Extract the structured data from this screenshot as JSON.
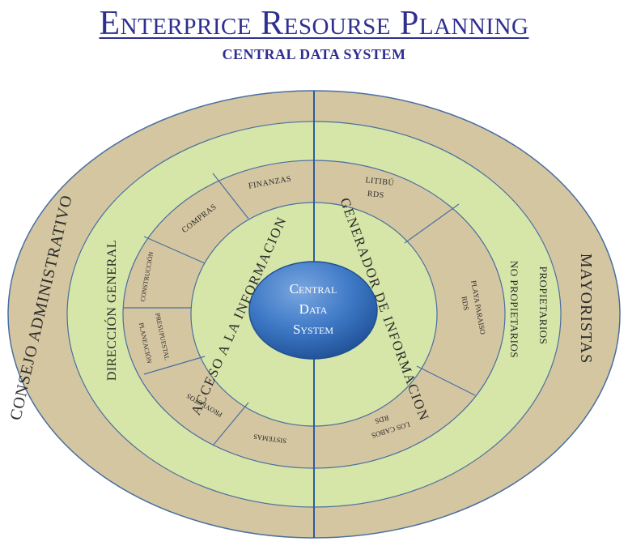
{
  "header": {
    "title": "Enterprice Resourse Planning",
    "subtitle": "CENTRAL DATA SYSTEM"
  },
  "diagram": {
    "center": {
      "line1": "Central",
      "line2": "Data",
      "line3": "System"
    },
    "inner_ring": {
      "left": "ACCESO A LA INFORMACION",
      "right": "GENERADOR DE INFORMACION"
    },
    "modules": {
      "finanzas": "FINANZAS",
      "compras": "COMPRAS",
      "construccion": "CONSTRUCCIÓN",
      "planeacion": "PLANEACIÓN",
      "presupuestal": "PRESUPUESTAL",
      "proyectos": "PROYECTOS",
      "sistemas": "SISTEMAS",
      "litibu": "LITIBÚ",
      "litibu_rds": "RDS",
      "playa_paraiso": "PLAYA PARAISO",
      "playa_paraiso_rds": "RDS",
      "los_cabos": "LOS CABOS",
      "los_cabos_rds": "RDS"
    },
    "middle_ring": {
      "left": "DIRECCIÓN GENERAL",
      "right_top": "PROPIETARIOS",
      "right_bottom": "NO PROPIETARIOS"
    },
    "outer_ring": {
      "left": "CONSEJO ADMINISTRATIVO",
      "right": "MAYORISTAS"
    },
    "colors": {
      "outer_ring": "#d4c6a1",
      "green_ring": "#d6e5a8",
      "module_ring": "#d4c6a1",
      "access_ring": "#d6e5a8",
      "center": "#3d78c5",
      "lines": "#4a6fa0"
    }
  }
}
